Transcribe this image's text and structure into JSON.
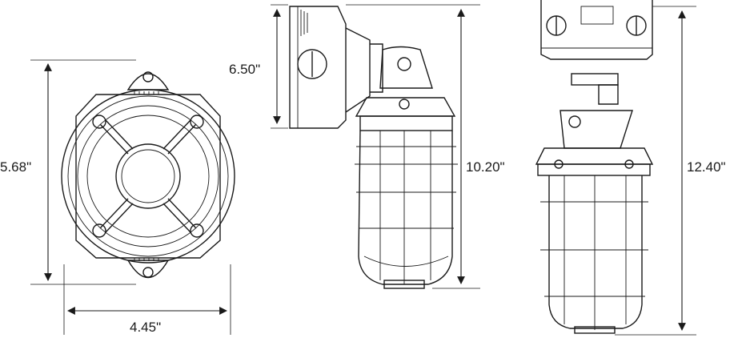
{
  "dimensions": {
    "front_height": "5.68\"",
    "front_width": "4.45\"",
    "side_box_height": "6.50\"",
    "side_total_height": "10.20\"",
    "pendant_total_height": "12.40\""
  }
}
